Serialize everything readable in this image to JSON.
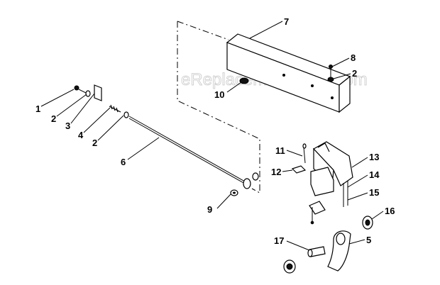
{
  "watermark": "eReplacementParts.com",
  "callouts": {
    "c1": "1",
    "c2a": "2",
    "c3": "3",
    "c4": "4",
    "c2b": "2",
    "c6": "6",
    "c7": "7",
    "c8": "8",
    "c2c": "2",
    "c9": "9",
    "c10": "10",
    "c11": "11",
    "c12": "12",
    "c13": "13",
    "c14": "14",
    "c15": "15",
    "c16": "16",
    "c17": "17",
    "c5": "5"
  }
}
